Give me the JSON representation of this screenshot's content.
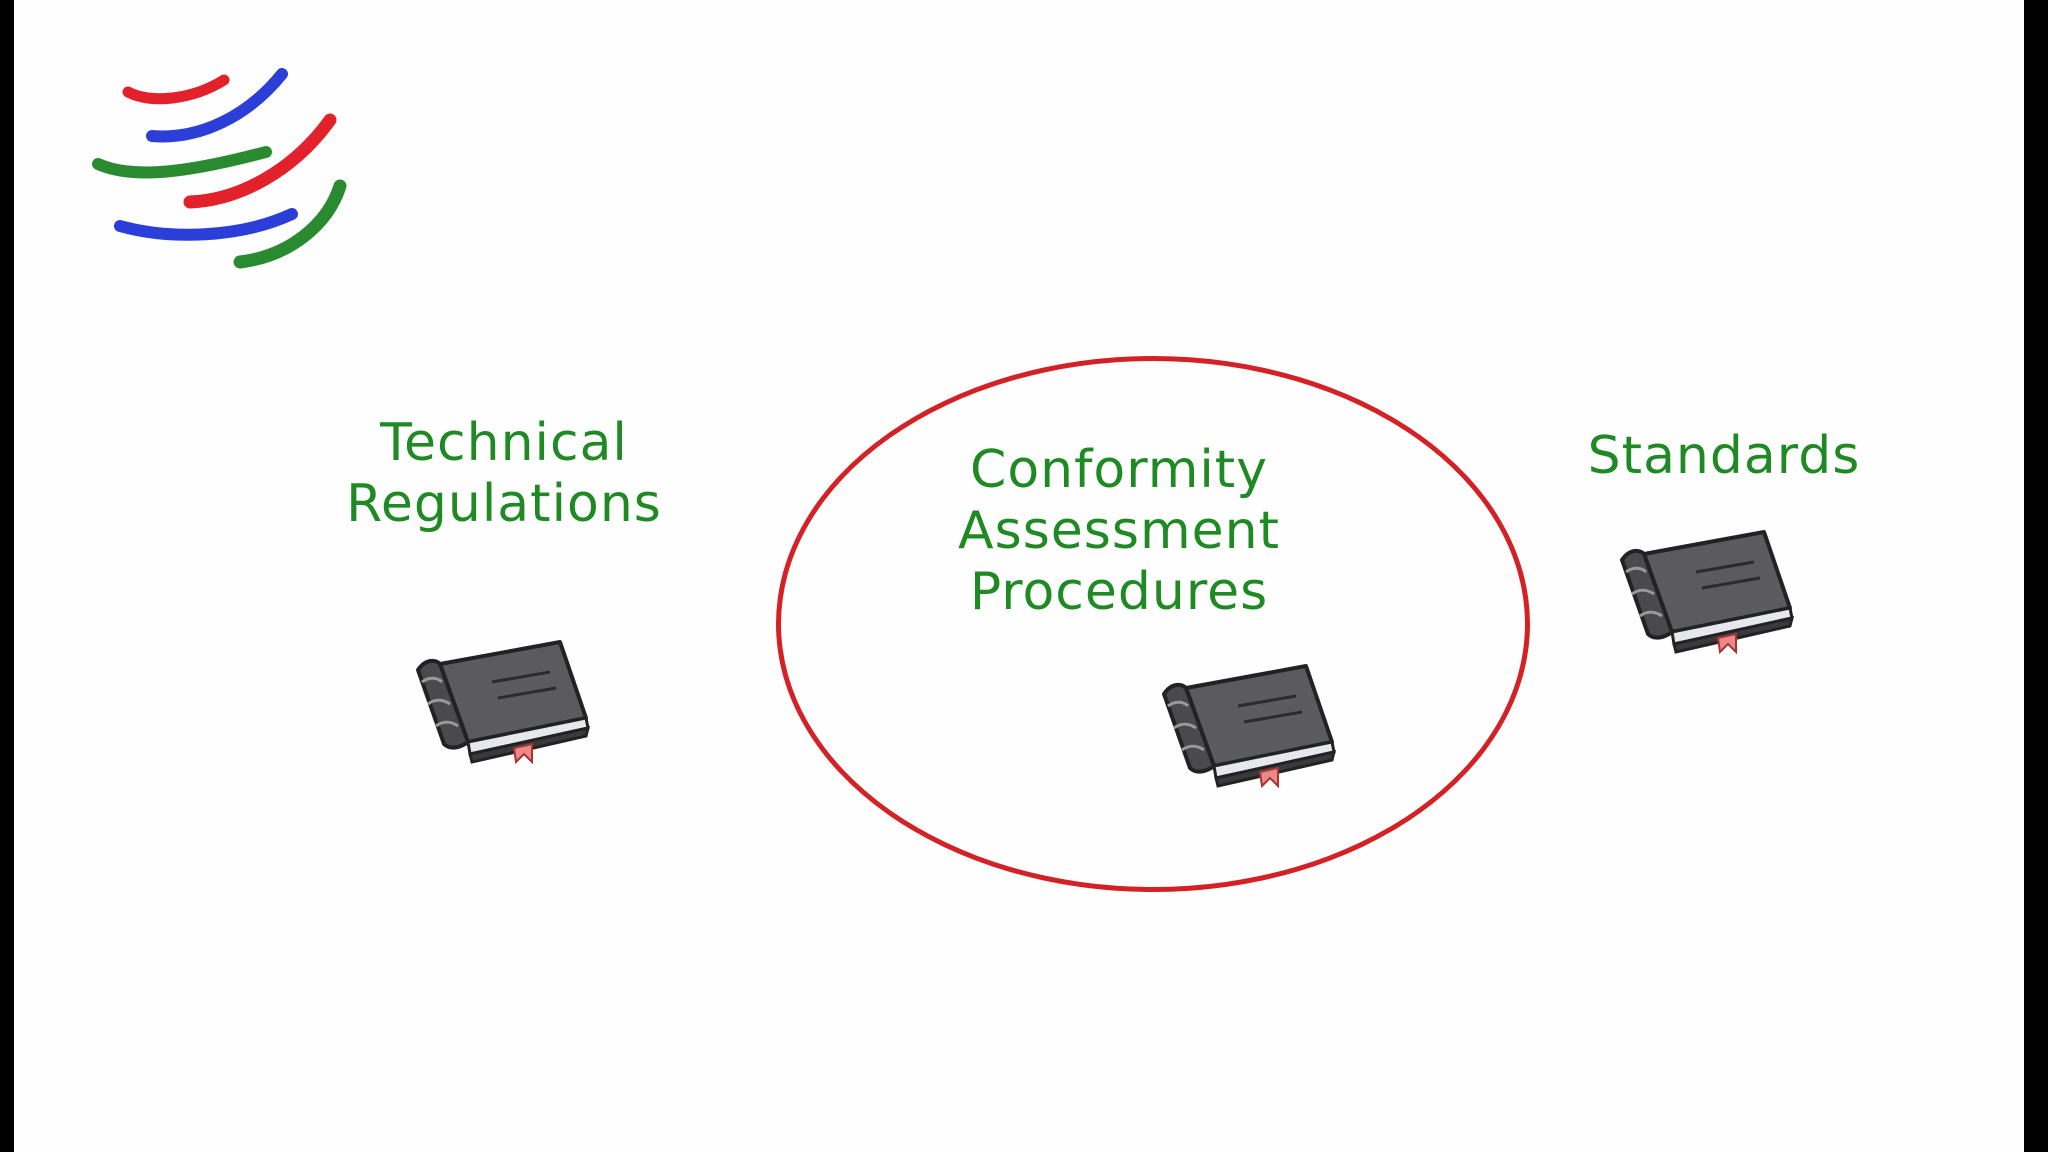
{
  "logo": {
    "icon": "wto-globe-logo",
    "colors": [
      "#e2212b",
      "#2b3fd8",
      "#2a8a30"
    ]
  },
  "diagram": {
    "nodes": [
      {
        "id": "technical-regulations",
        "lines": [
          "Technical",
          "Regulations"
        ],
        "icon": "book-icon"
      },
      {
        "id": "conformity-assessment-procedures",
        "lines": [
          "Conformity",
          "Assessment",
          "Procedures"
        ],
        "icon": "book-icon",
        "highlighted": true
      },
      {
        "id": "standards",
        "lines": [
          "Standards"
        ],
        "icon": "book-icon"
      }
    ],
    "label_color": "#1f8a24",
    "highlight_color": "#d42126"
  }
}
